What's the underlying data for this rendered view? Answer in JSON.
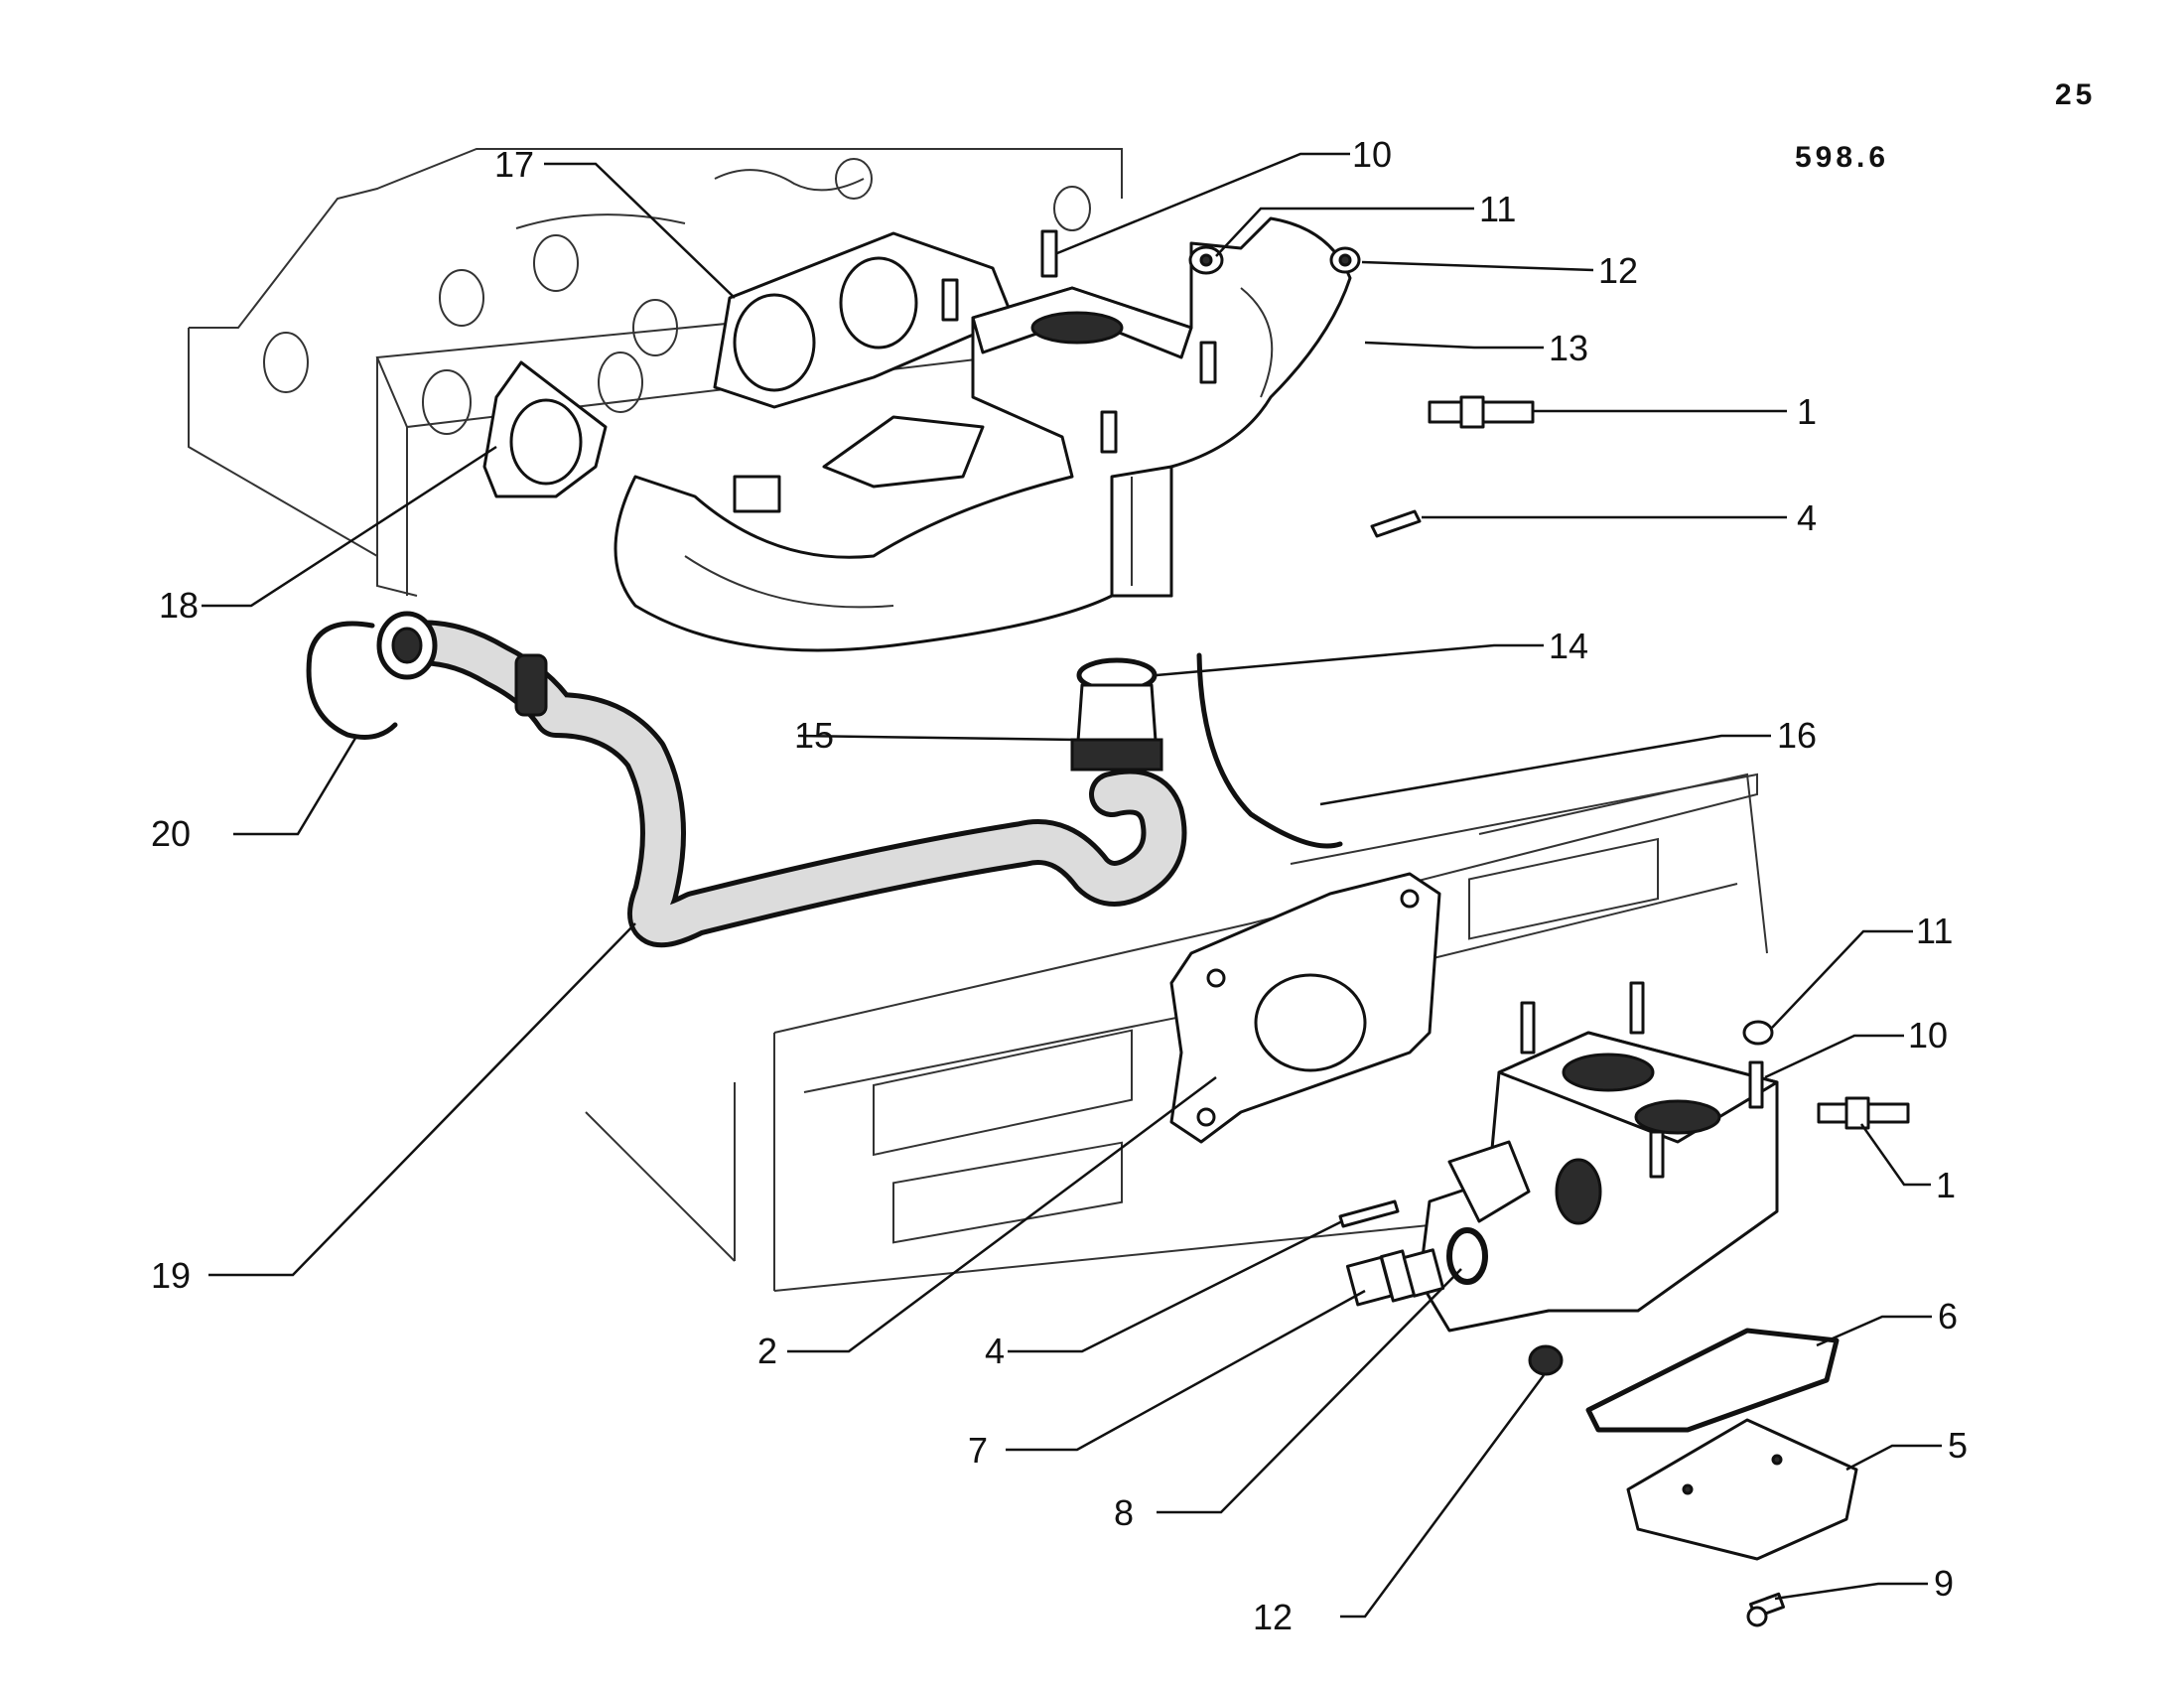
{
  "header": {
    "page_number": "25",
    "figure_code": "598.6"
  },
  "callouts": {
    "c17": "17",
    "c10_top": "10",
    "c11_top": "11",
    "c12_top": "12",
    "c13": "13",
    "c1_top": "1",
    "c4_top": "4",
    "c18": "18",
    "c14": "14",
    "c15": "15",
    "c16": "16",
    "c20": "20",
    "c11_low": "11",
    "c10_low": "10",
    "c1_low": "1",
    "c19": "19",
    "c2": "2",
    "c4_low": "4",
    "c6": "6",
    "c7": "7",
    "c5": "5",
    "c8": "8",
    "c12_low": "12",
    "c9": "9"
  }
}
